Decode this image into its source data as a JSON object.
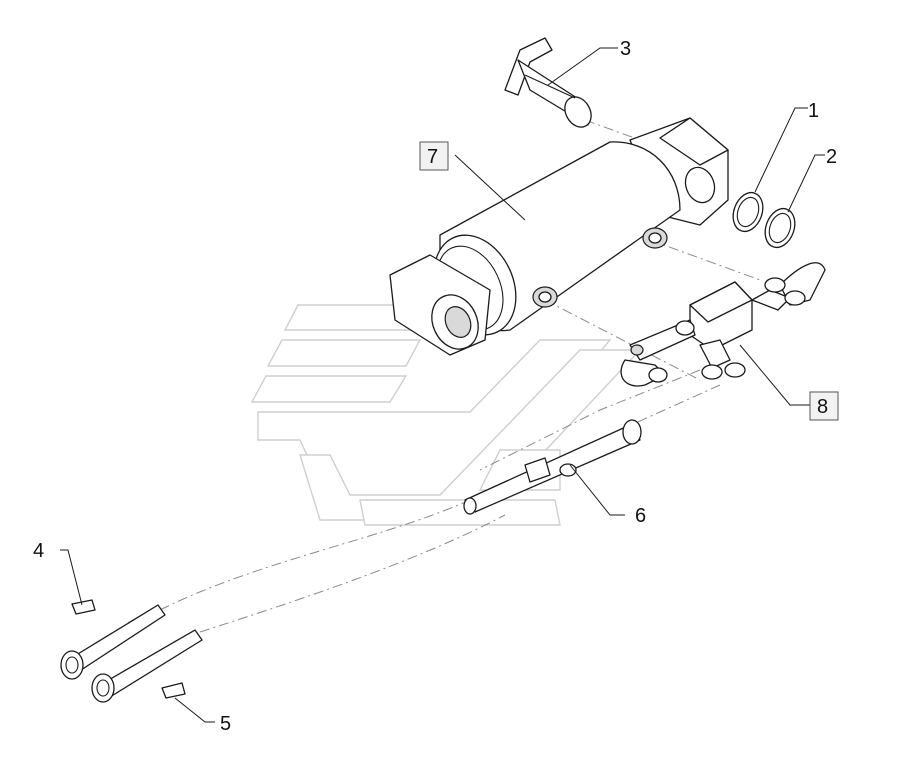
{
  "callouts": [
    {
      "id": "1",
      "label": "1",
      "boxed": false
    },
    {
      "id": "2",
      "label": "2",
      "boxed": false
    },
    {
      "id": "3",
      "label": "3",
      "boxed": false
    },
    {
      "id": "4",
      "label": "4",
      "boxed": false
    },
    {
      "id": "5",
      "label": "5",
      "boxed": false
    },
    {
      "id": "6",
      "label": "6",
      "boxed": false
    },
    {
      "id": "7",
      "label": "7",
      "boxed": true
    },
    {
      "id": "8",
      "label": "8",
      "boxed": true
    }
  ],
  "colors": {
    "line": "#1a1a1a",
    "shade": "#d9d9d9",
    "watermark": "#cfcfcf",
    "dashdot": "#8a8a8a"
  }
}
